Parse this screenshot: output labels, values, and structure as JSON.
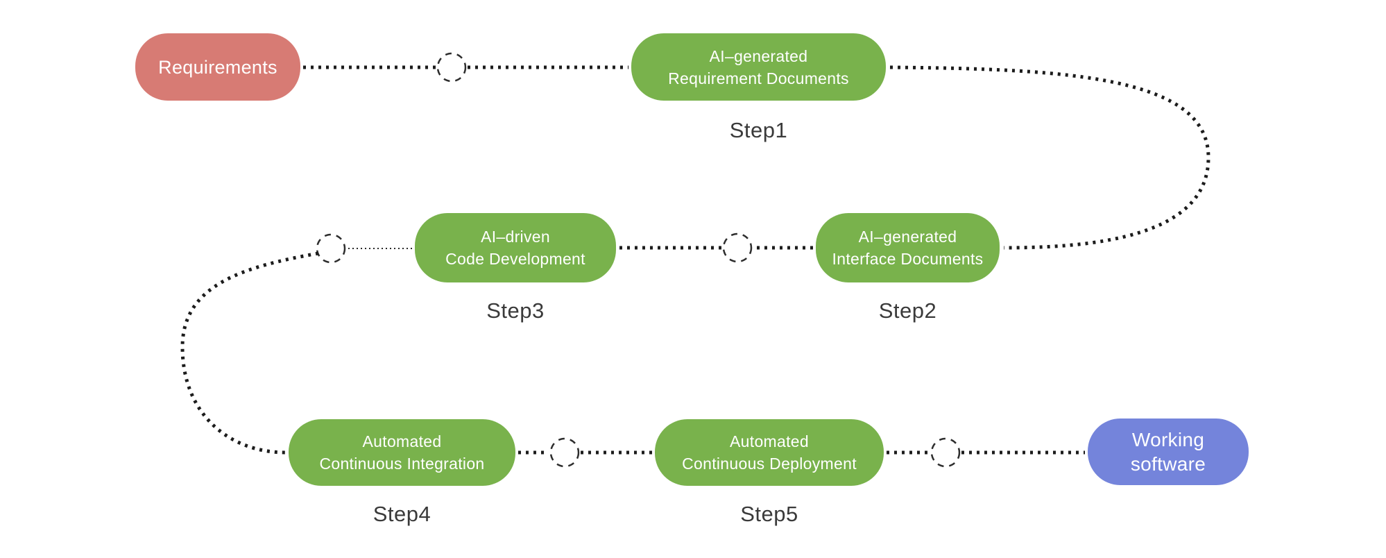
{
  "diagram": {
    "nodes": {
      "requirements": {
        "label": "Requirements"
      },
      "req_docs": {
        "line1": "AI–generated",
        "line2": "Requirement Documents",
        "step": "Step1"
      },
      "interface_docs": {
        "line1": "AI–generated",
        "line2": "Interface Documents",
        "step": "Step2"
      },
      "code_dev": {
        "line1": "AI–driven",
        "line2": "Code Development",
        "step": "Step3"
      },
      "ci": {
        "line1": "Automated",
        "line2": "Continuous Integration",
        "step": "Step4"
      },
      "cd": {
        "line1": "Automated",
        "line2": "Continuous Deployment",
        "step": "Step5"
      },
      "working_software": {
        "line1": "Working",
        "line2": "software"
      }
    },
    "colors": {
      "start_node": "#d77b74",
      "process_node": "#79b24c",
      "end_node": "#7484db",
      "step_text": "#3a3a3a",
      "connector": "#1c1c1c"
    }
  }
}
